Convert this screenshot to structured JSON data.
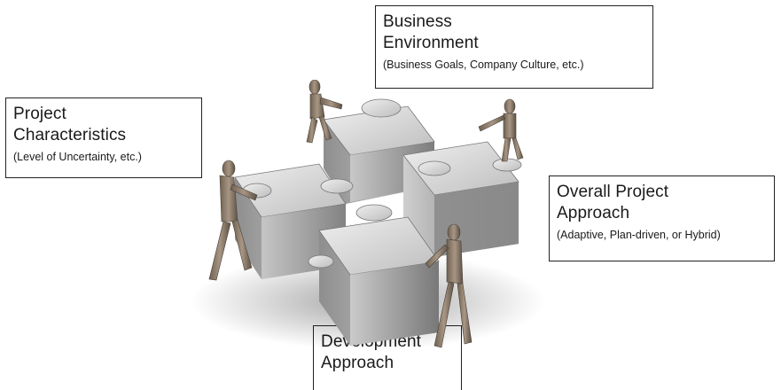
{
  "labels": {
    "business": {
      "title_line1": "Business",
      "title_line2": "Environment",
      "subtitle": "(Business Goals, Company Culture, etc.)"
    },
    "project": {
      "title_line1": "Project",
      "title_line2": "Characteristics",
      "subtitle": "(Level of Uncertainty, etc.)"
    },
    "overall": {
      "title_line1": "Overall Project",
      "title_line2": "Approach",
      "subtitle": "(Adaptive, Plan-driven, or Hybrid)"
    },
    "development": {
      "title_line1": "Development",
      "title_line2": "Approach"
    }
  },
  "colors": {
    "border": "#222222",
    "text": "#1a1a1a",
    "puzzle_light": "#d9d9d9",
    "puzzle_mid": "#a6a6a6",
    "puzzle_dark": "#5c5c5c",
    "figure": "#8a7b6a"
  }
}
